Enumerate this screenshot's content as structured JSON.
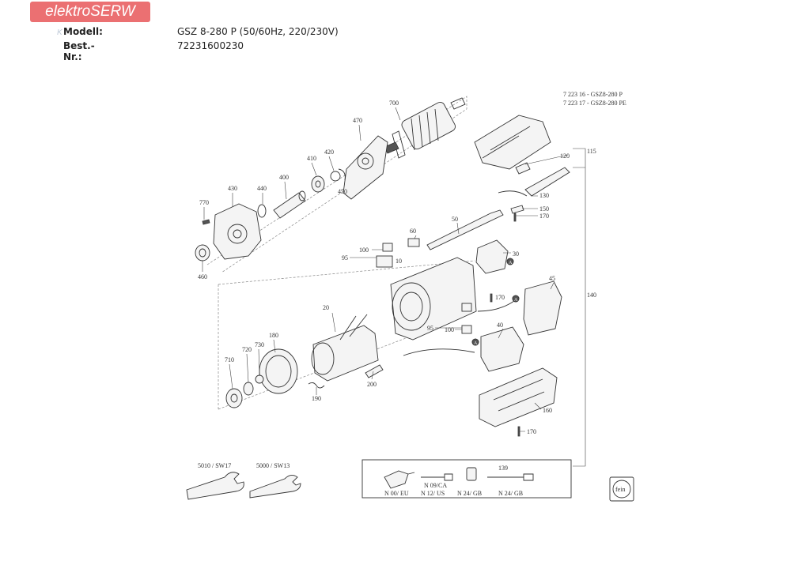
{
  "header": {
    "logo_text": "elektroSERW",
    "watermark_text": "K",
    "model_label": "Modell:",
    "model_value": "GSZ 8-280 P (50/60Hz, 220/230V)",
    "order_label": "Best.-Nr.:",
    "order_value": "72231600230"
  },
  "diagram": {
    "variant_1": "7 223 16 - GSZ8-280 P",
    "variant_2": "7 223 17 - GSZ8-280 PE",
    "parts": {
      "p700": "700",
      "p470": "470",
      "p420": "420",
      "p410": "410",
      "p400": "400",
      "p450": "450",
      "p440": "440",
      "p430": "430",
      "p770": "770",
      "p460": "460",
      "p115": "115",
      "p120": "120",
      "p130": "130",
      "p150": "150",
      "p170a": "170",
      "p60": "60",
      "p50": "50",
      "p30": "30",
      "p100a": "100",
      "p95a": "95",
      "p10": "10",
      "p45": "45",
      "p140": "140",
      "p170b": "170",
      "p20": "20",
      "p95b": "95",
      "p100b": "100",
      "p40": "40",
      "p180": "180",
      "p730": "730",
      "p720": "720",
      "p710": "710",
      "p200": "200",
      "p190": "190",
      "p160": "160",
      "p170c": "170",
      "p139": "139"
    },
    "markers": {
      "a1": "A",
      "a2": "A",
      "a3": "A"
    },
    "wrench_1": "5010 / SW17",
    "wrench_2": "5000 / SW13",
    "plug_1": "N 00/ EU",
    "plug_2a": "N 09/CA",
    "plug_2b": "N 12/ US",
    "plug_3": "N 24/ GB",
    "plug_4": "N 24/ GB",
    "brand_logo": "fein"
  },
  "colors": {
    "logo_bg": "#e8585a",
    "ink": "#333333"
  }
}
